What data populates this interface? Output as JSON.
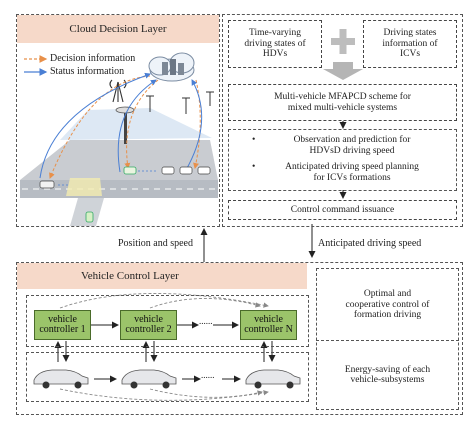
{
  "cloud_layer": {
    "title": "Cloud Decision Layer",
    "legend": {
      "decision": "Decision information",
      "status": "Status information"
    }
  },
  "right_panel": {
    "hdv_box": "Time-varying\ndriving states of\nHDVs",
    "icv_box": "Driving states\ninformation of\nICVs",
    "scheme_box": "Multi-vehicle MFAPCD scheme for\nmixed multi-vehicle systems",
    "bullet1": "Observation and prediction for\nHDVsD driving speed",
    "bullet2": "Anticipated driving speed planning\nfor ICVs formations",
    "control_box": "Control command issuance"
  },
  "arrows": {
    "position_speed": "Position and speed",
    "anticipated_speed": "Anticipated driving speed"
  },
  "vehicle_layer": {
    "title": "Vehicle Control Layer",
    "controllers": [
      "vehicle\ncontroller 1",
      "vehicle\ncontroller 2",
      "vehicle\ncontroller N"
    ],
    "dots": "......",
    "right_top": "Optimal and\ncooperative control of\nformation driving",
    "right_bottom": "Energy-saving of each\nvehicle-subsystems"
  },
  "colors": {
    "decision_arrow": "#e8904a",
    "status_arrow": "#4a7fd4",
    "layer_title_bg": "#f6d9c9",
    "controller_fill": "#9bc46a"
  }
}
